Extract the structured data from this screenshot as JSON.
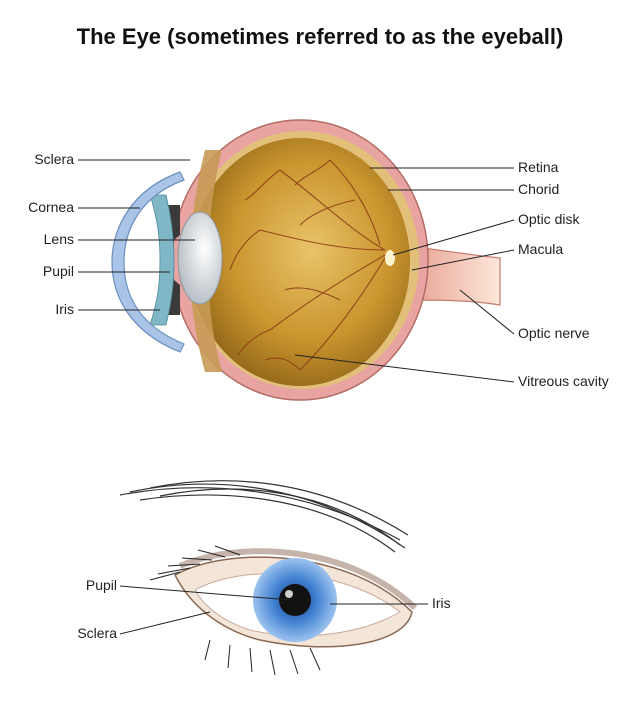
{
  "title": "The Eye (sometimes referred to as the eyeball)",
  "cross_section": {
    "labels_left": [
      "Sclera",
      "Cornea",
      "Lens",
      "Pupil",
      "Iris"
    ],
    "labels_right": [
      "Retina",
      "Chorid",
      "Optic disk",
      "Macula",
      "Optic nerve",
      "Vitreous cavity"
    ]
  },
  "front_view": {
    "labels_left": [
      "Pupil",
      "Sclera"
    ],
    "labels_right": [
      "Iris"
    ]
  },
  "colors": {
    "sclera": "#e8a4a0",
    "vitreous": "#c9952e",
    "cornea": "#a9c4e6",
    "iris_blue": "#3f7fd0",
    "lens": "#d8dde2",
    "vessel": "#8a3a12",
    "skin": "#f3e6d8"
  }
}
